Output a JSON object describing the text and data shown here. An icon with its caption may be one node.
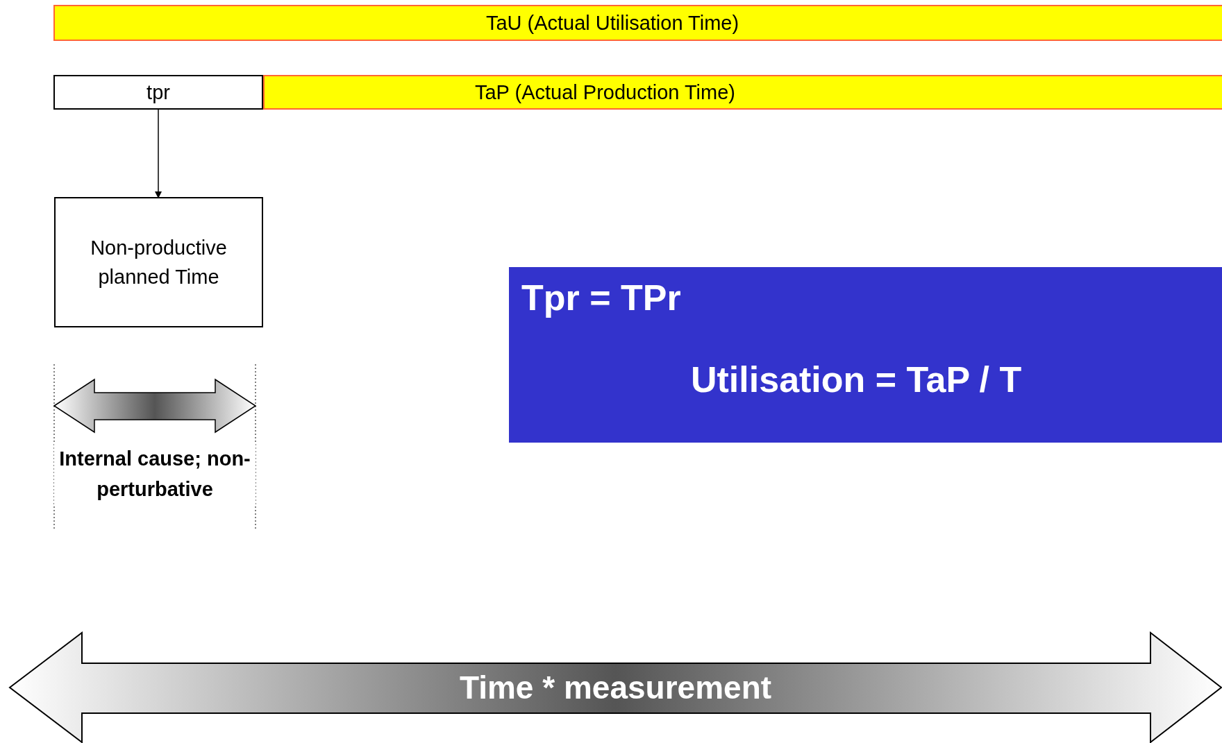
{
  "diagram": {
    "nodes": [
      {
        "text": [
          "TaU (Actual Utilisation Time)"
        ]
      },
      {
        "text": [
          "tpr"
        ]
      },
      {
        "text": [
          "TaP (Actual Production Time)"
        ]
      },
      {
        "text": [
          "Non-productive planned Time"
        ]
      },
      {
        "text": [
          "Tpr = TPr",
          "Utilisation = TaP / T"
        ]
      },
      {
        "text": [
          "Time * measurement"
        ]
      }
    ],
    "edges": [
      {
        "from": 1,
        "to": 3,
        "arrow": "to"
      }
    ],
    "labels": [
      "Internal cause; non-perturbative"
    ]
  }
}
